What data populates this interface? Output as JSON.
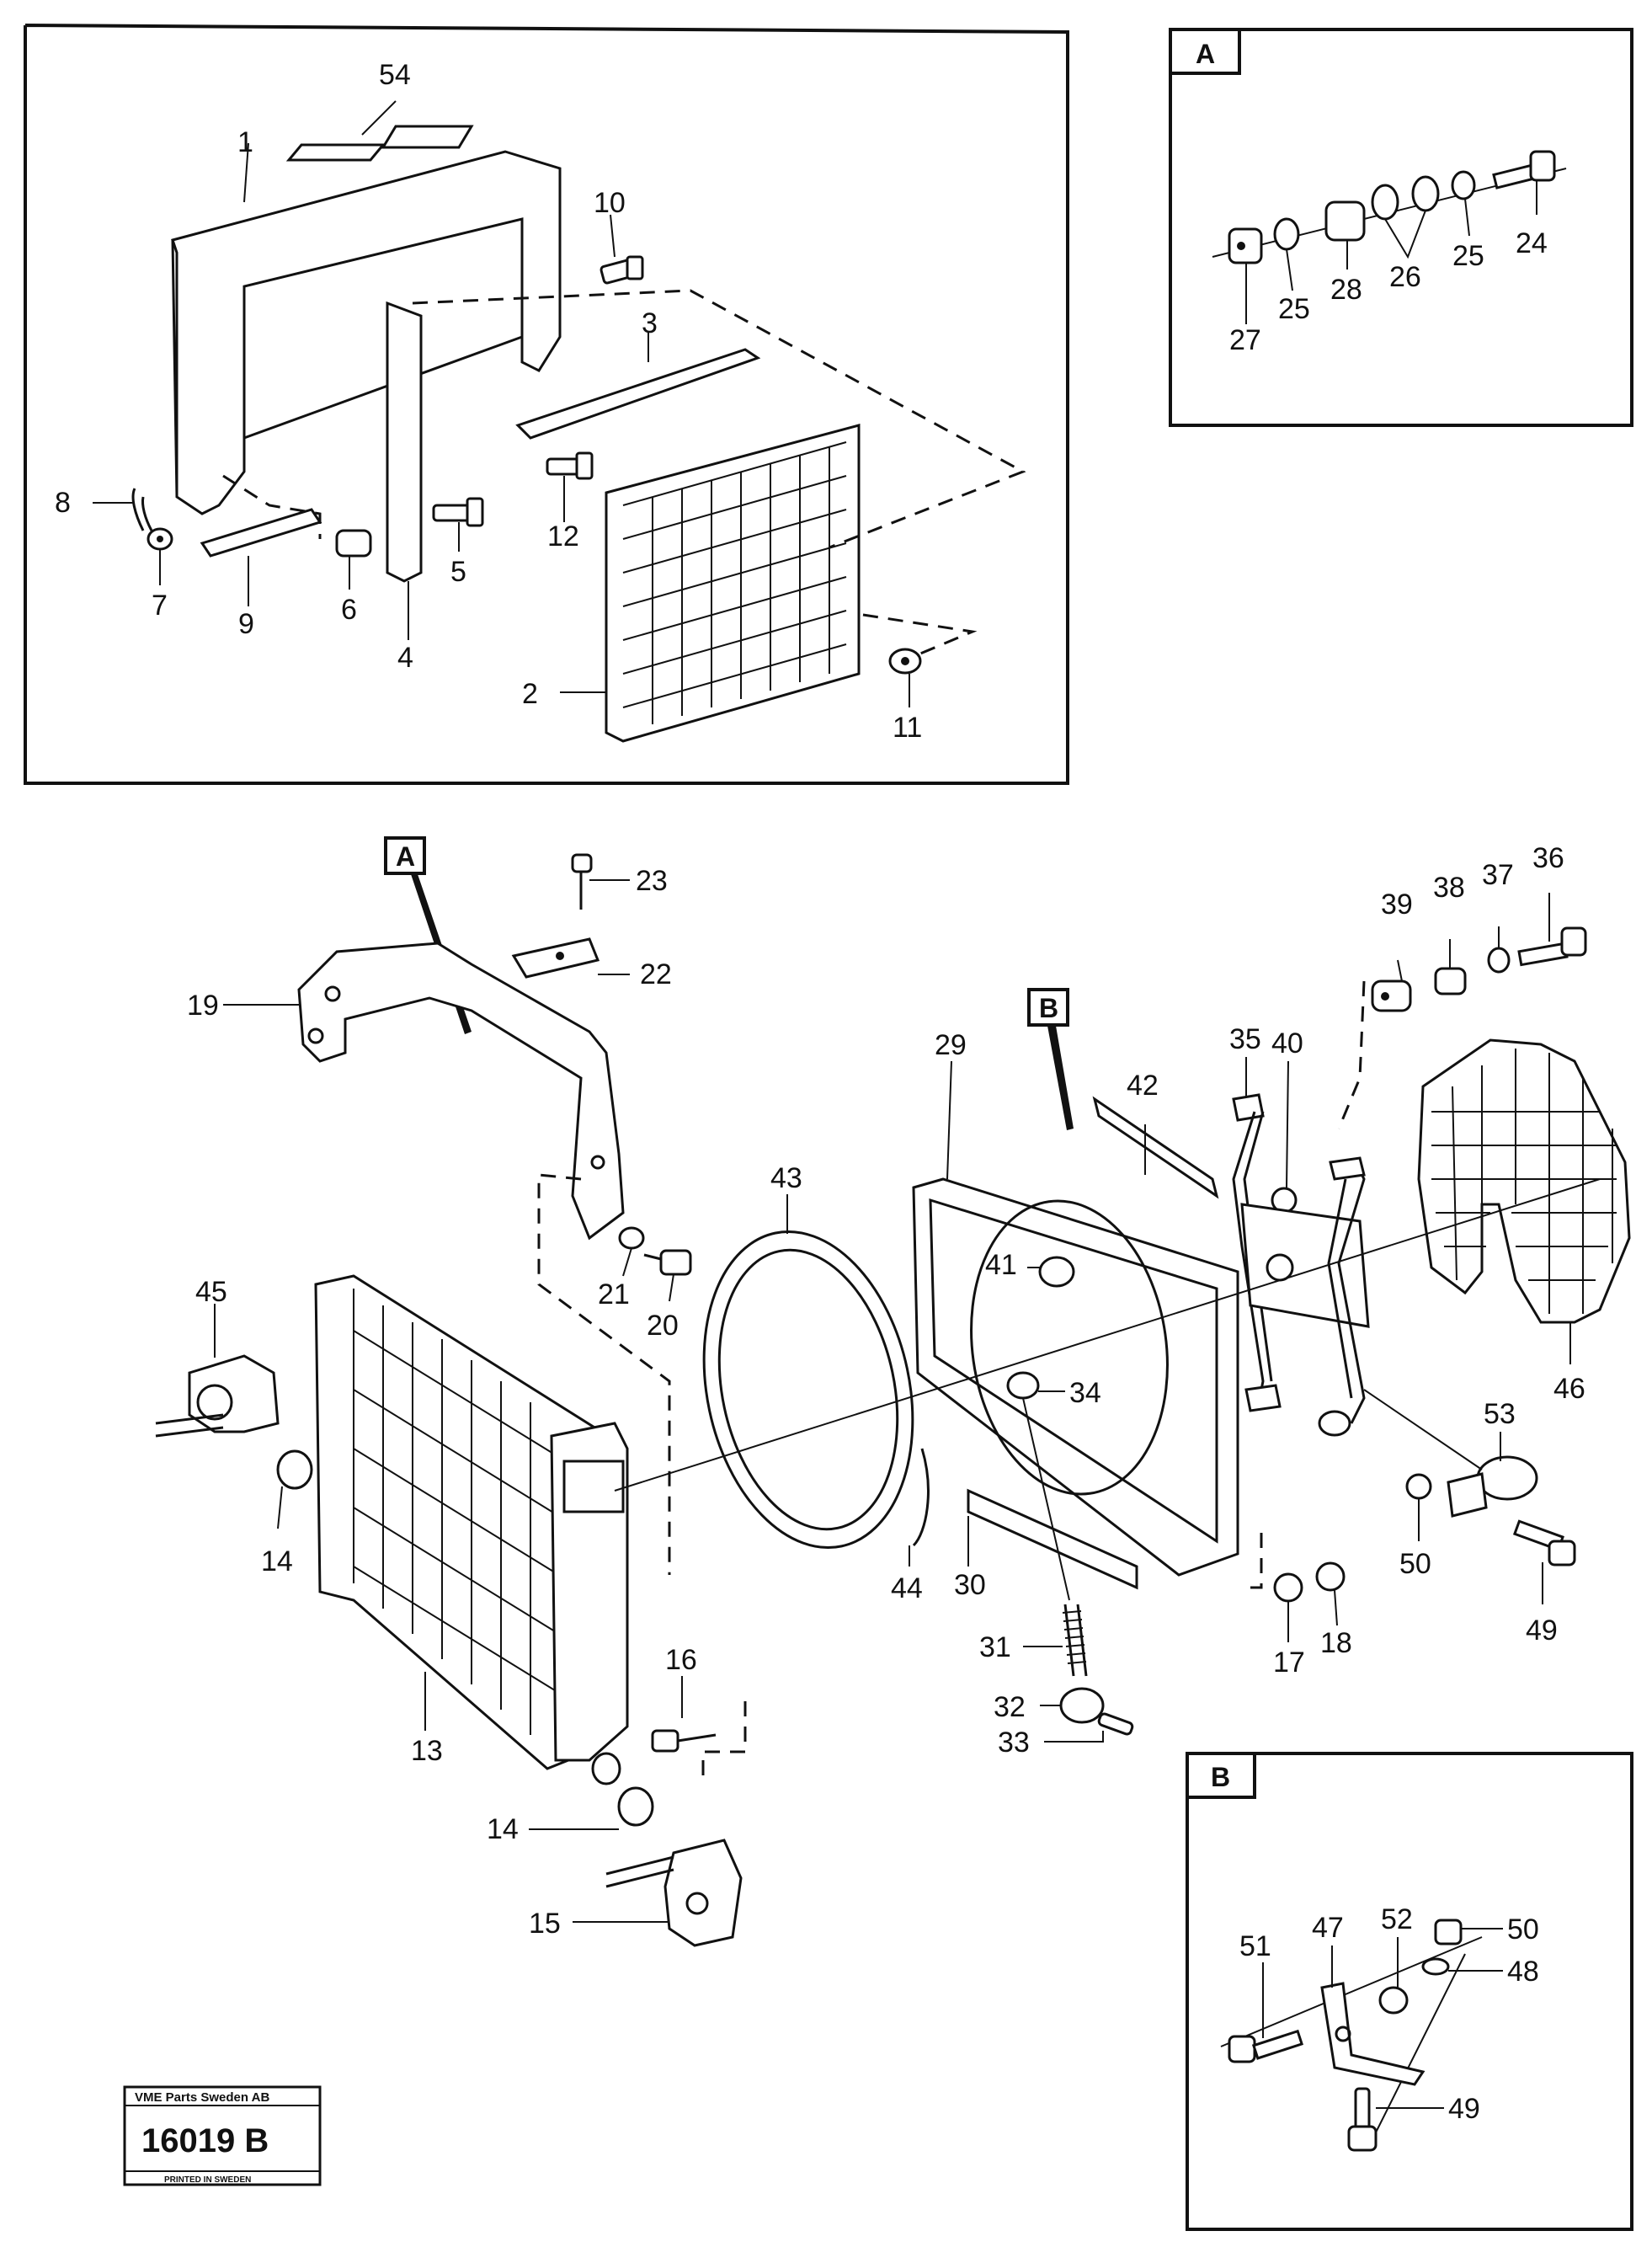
{
  "view_labels": {
    "detail_a": "A",
    "detail_b": "B"
  },
  "part_numbers": {
    "p1": "1",
    "p2": "2",
    "p3": "3",
    "p4": "4",
    "p5": "5",
    "p6": "6",
    "p7": "7",
    "p8": "8",
    "p9": "9",
    "p10": "10",
    "p11": "11",
    "p12": "12",
    "p13": "13",
    "p14a": "14",
    "p14b": "14",
    "p15": "15",
    "p16": "16",
    "p17": "17",
    "p18": "18",
    "p19": "19",
    "p20": "20",
    "p21": "21",
    "p22": "22",
    "p23": "23",
    "p24": "24",
    "p25a": "25",
    "p25b": "25",
    "p26": "26",
    "p27": "27",
    "p28": "28",
    "p29": "29",
    "p30": "30",
    "p31": "31",
    "p32": "32",
    "p33": "33",
    "p34": "34",
    "p35": "35",
    "p36": "36",
    "p37": "37",
    "p38": "38",
    "p39": "39",
    "p40": "40",
    "p41": "41",
    "p42": "42",
    "p43": "43",
    "p44": "44",
    "p45": "45",
    "p46": "46",
    "p47": "47",
    "p48": "48",
    "p49a": "49",
    "p49b": "49",
    "p50a": "50",
    "p50b": "50",
    "p51": "51",
    "p52": "52",
    "p53": "53",
    "p54": "54"
  },
  "stamp": {
    "company": "VME Parts Sweden AB",
    "number": "16019 B",
    "footer": "PRINTED IN SWEDEN"
  }
}
